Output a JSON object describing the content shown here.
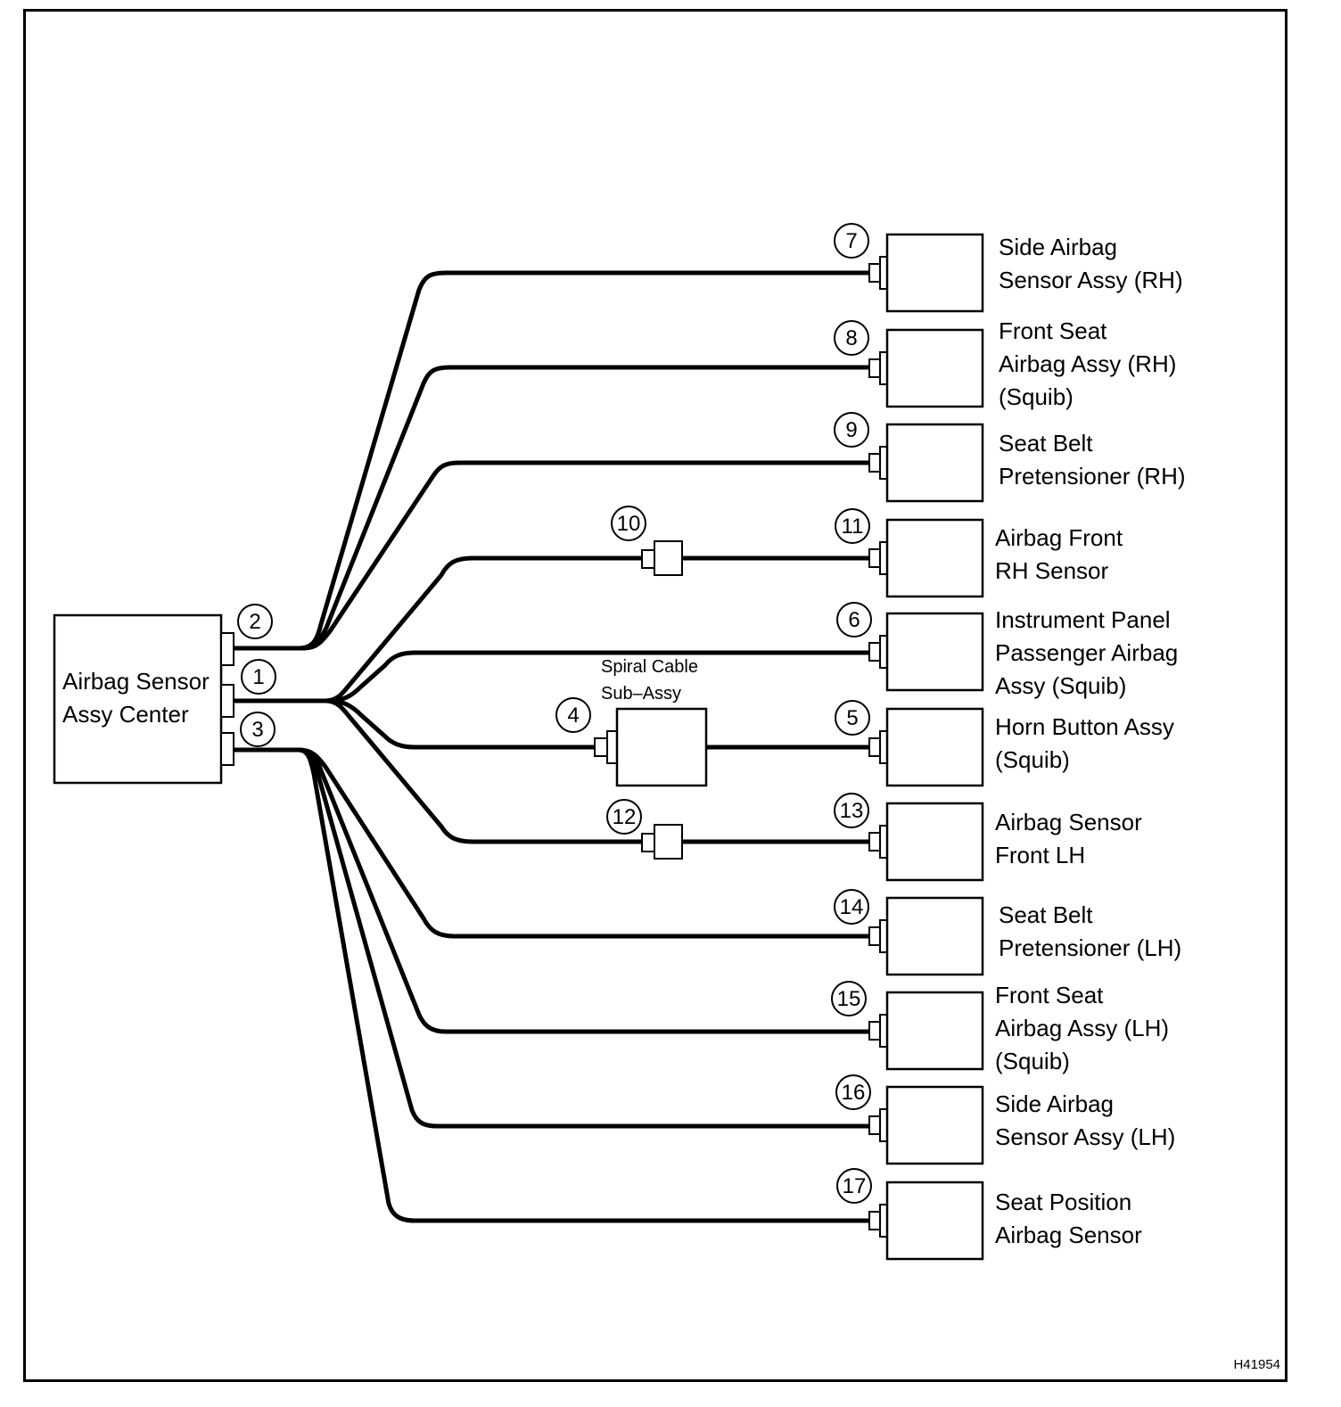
{
  "center_unit": {
    "line1": "Airbag Sensor",
    "line2": "Assy Center"
  },
  "spiral_cable": {
    "line1": "Spiral Cable",
    "line2": "Sub–Assy"
  },
  "figure_code": "H41954",
  "callouts": {
    "n1": "1",
    "n2": "2",
    "n3": "3",
    "n4": "4",
    "n5": "5",
    "n6": "6",
    "n7": "7",
    "n8": "8",
    "n9": "9",
    "n10": "10",
    "n11": "11",
    "n12": "12",
    "n13": "13",
    "n14": "14",
    "n15": "15",
    "n16": "16",
    "n17": "17"
  },
  "components": {
    "c7": {
      "line1": "Side Airbag",
      "line2": "Sensor Assy (RH)"
    },
    "c8": {
      "line1": "Front Seat",
      "line2": "Airbag Assy (RH)",
      "line3": "(Squib)"
    },
    "c9": {
      "line1": "Seat Belt",
      "line2": "Pretensioner (RH)"
    },
    "c11": {
      "line1": "Airbag Front",
      "line2": "RH Sensor"
    },
    "c6": {
      "line1": "Instrument Panel",
      "line2": "Passenger Airbag",
      "line3": "Assy (Squib)"
    },
    "c5": {
      "line1": "Horn Button Assy",
      "line2": "(Squib)"
    },
    "c13": {
      "line1": "Airbag Sensor",
      "line2": "Front LH"
    },
    "c14": {
      "line1": "Seat Belt",
      "line2": "Pretensioner (LH)"
    },
    "c15": {
      "line1": "Front Seat",
      "line2": "Airbag Assy (LH)",
      "line3": "(Squib)"
    },
    "c16": {
      "line1": "Side Airbag",
      "line2": "Sensor Assy (LH)"
    },
    "c17": {
      "line1": "Seat Position",
      "line2": "Airbag Sensor"
    }
  }
}
